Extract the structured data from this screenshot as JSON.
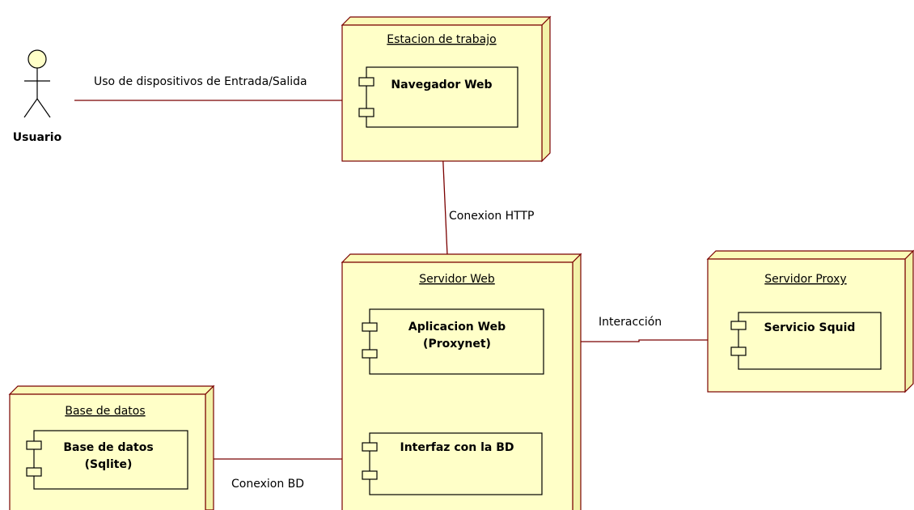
{
  "actor": {
    "name": "Usuario"
  },
  "nodes": {
    "workstation": {
      "title": "Estacion de trabajo",
      "component": [
        "Navegador Web"
      ]
    },
    "web_server": {
      "title": "Servidor Web",
      "components": {
        "app": [
          "Aplicacion Web",
          "(Proxynet)"
        ],
        "db_interface": [
          "Interfaz con la BD"
        ]
      }
    },
    "proxy_server": {
      "title": "Servidor Proxy",
      "component": [
        "Servicio Squid"
      ]
    },
    "database": {
      "title": "Base de datos",
      "component": [
        "Base de datos",
        "(Sqlite)"
      ]
    }
  },
  "connections": {
    "user_browser": "Uso de dispositivos de Entrada/Salida",
    "http": "Conexion HTTP",
    "interaction": "Interacción",
    "db": "Conexion BD"
  },
  "colors": {
    "node_fill": "#ffffc8",
    "node_border": "#7a0000",
    "link": "#7a0000"
  }
}
